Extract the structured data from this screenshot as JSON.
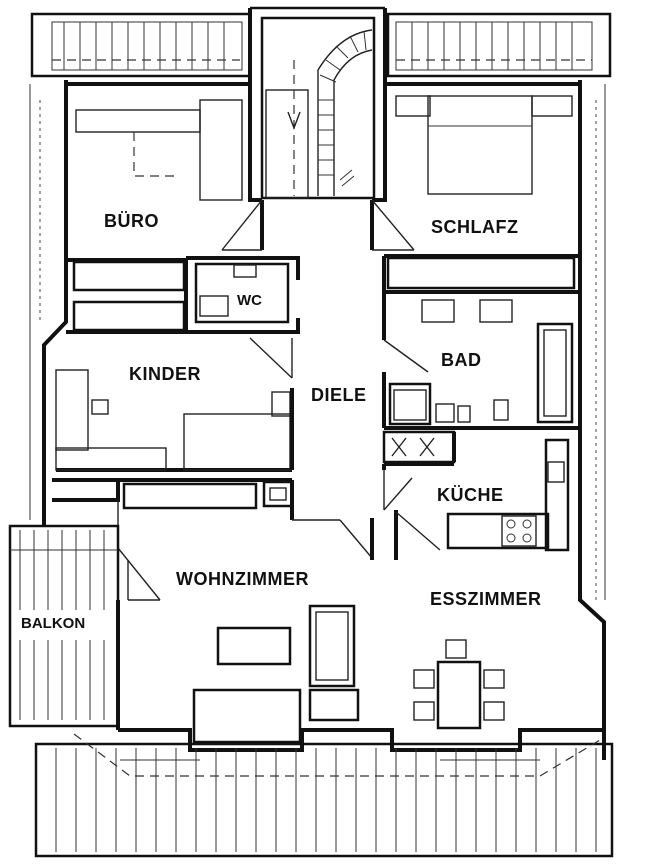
{
  "rooms": {
    "buero": "BÜRO",
    "schlafz": "SCHLAFZ",
    "wc": "WC",
    "kinder": "KINDER",
    "bad": "BAD",
    "diele": "DIELE",
    "kueche": "KÜCHE",
    "wohnzimmer": "WOHNZIMMER",
    "esszimmer": "ESSZIMMER",
    "balkon": "BALKON"
  }
}
